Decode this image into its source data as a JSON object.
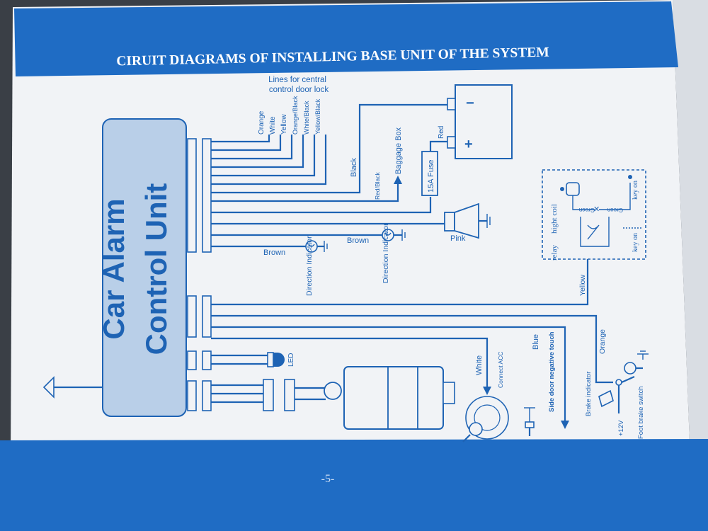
{
  "header": {
    "title": "CIRUIT DIAGRAMS OF INSTALLING BASE UNIT OF THE SYSTEM"
  },
  "control_unit": {
    "line1": "Car Alarm",
    "line2": "Control Unit"
  },
  "central_lock": {
    "heading_line1": "Lines for central",
    "heading_line2": "control door lock",
    "wires": [
      "Orange",
      "White",
      "Yellow",
      "Orange/Black",
      "White/Black",
      "Yellow/Black"
    ]
  },
  "labels": {
    "black": "Black",
    "red_black": "Red/Black",
    "baggage_box": "Baggage Box",
    "fuse": "15A Fuse",
    "red": "Red",
    "battery_minus": "−",
    "battery_plus": "+",
    "pink": "Pink",
    "brown_1": "Brown",
    "brown_2": "Brown",
    "direction_indicator_1": "Direction Indicator",
    "direction_indicator_2": "Direction Indicator",
    "hight_coil": "hight coil",
    "key_on_1": "key on",
    "key_on_2": "key on",
    "green_1": "Green",
    "green_2": "Green",
    "relay": "relay",
    "yellow": "Yellow",
    "orange": "Orange",
    "blue": "Blue",
    "white": "White",
    "connect_acc": "Connect ACC",
    "side_door": "Side door negative touch",
    "brake_indicator": "Brake indicator",
    "plus_12v": "+12V",
    "foot_brake_switch": "Foot brake switch",
    "led": "LED"
  },
  "footer": {
    "page_number": "-5-"
  },
  "colors": {
    "header_blue": "#1f6cc4",
    "line_blue": "#1e63b4",
    "unit_fill": "#b9cfe8",
    "paper": "#f1f3f6"
  }
}
